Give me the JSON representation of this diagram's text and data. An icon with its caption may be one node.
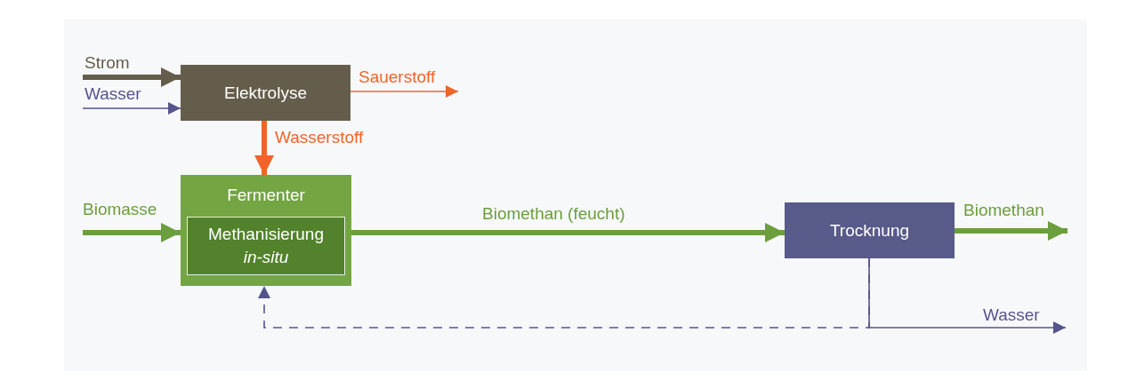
{
  "diagram": {
    "nodes": [
      {
        "text": [
          "Elektrolyse"
        ]
      },
      {
        "text": [
          "Fermenter"
        ]
      },
      {
        "text": [
          "Methanisierung *in-situ*"
        ],
        "in": 1
      },
      {
        "text": [
          "Trocknung"
        ]
      }
    ],
    "edges": [
      {
        "from": null,
        "to": 0,
        "arrow": "to",
        "label": "Strom",
        "color": "#655d4b"
      },
      {
        "from": null,
        "to": 0,
        "arrow": "to",
        "label": "Wasser",
        "color": "#55558c"
      },
      {
        "from": 0,
        "to": null,
        "arrow": "to",
        "label": "Sauerstoff",
        "color": "#f0642a"
      },
      {
        "from": 0,
        "to": 1,
        "arrow": "to",
        "label": "Wasserstoff",
        "color": "#f0642a"
      },
      {
        "from": null,
        "to": 1,
        "arrow": "to",
        "label": "Biomasse",
        "color": "#6b9e3c"
      },
      {
        "from": 1,
        "to": 3,
        "arrow": "to",
        "label": "Biomethan (feucht)",
        "color": "#6b9e3c"
      },
      {
        "from": 3,
        "to": null,
        "arrow": "to",
        "label": "Biomethan",
        "color": "#6b9e3c"
      },
      {
        "from": 3,
        "to": null,
        "arrow": "to",
        "label": "Wasser",
        "color": "#55558c"
      },
      {
        "from": 3,
        "to": 1,
        "arrow": "to",
        "style": "dashed",
        "color": "#55558c"
      }
    ]
  }
}
